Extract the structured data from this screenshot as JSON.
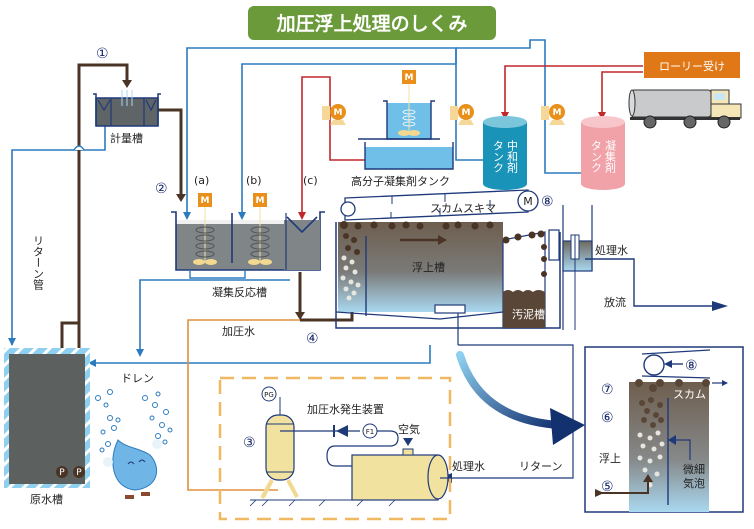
{
  "title": "加圧浮上処理のしくみ",
  "colors": {
    "title_bg": "#6a9a3a",
    "blue_pipe": "#2c7bbf",
    "brown_pipe": "#4a3426",
    "red_pipe": "#c0282c",
    "orange_pipe": "#e0913c",
    "dark_navy": "#1f3a7a",
    "sludge": "#5a4636",
    "neutralizer_tank": "#1a93b8",
    "coagulant_tank": "#f0a2a8",
    "truck_box": "#e07818",
    "motor": "#e8901a"
  },
  "markers": {
    "m1": "①",
    "m2": "②",
    "m3": "③",
    "m4": "④",
    "m5": "⑤",
    "m6": "⑥",
    "m7": "⑦",
    "m8": "⑧"
  },
  "labels": {
    "metering_tank": "計量槽",
    "return_pipe": "リターン管",
    "raw_water_tank": "原水槽",
    "pump": "P",
    "drain": "ドレン",
    "coag_reaction_tank": "凝集反応槽",
    "a": "(a)",
    "b": "(b)",
    "c": "(c)",
    "motor": "M",
    "polymer_tank": "高分子凝集剤タンク",
    "neutralizer_tank_1": "中和剤",
    "neutralizer_tank_2": "タンク",
    "coagulant_tank_1": "凝集剤",
    "coagulant_tank_2": "タンク",
    "lorry": "ローリー受け",
    "scum_skimmer": "スカムスキマ",
    "flotation_tank": "浮上槽",
    "sludge_tank": "汚泥槽",
    "treated_water": "処理水",
    "discharge": "放流",
    "pressurized_water": "加圧水",
    "pressurized_water_gen": "加圧水発生装置",
    "pg": "PG",
    "f1": "F1",
    "air": "空気",
    "treated_water_2": "処理水",
    "return": "リターン",
    "inset_scum": "スカム",
    "inset_float": "浮上",
    "inset_bubbles_1": "微細",
    "inset_bubbles_2": "気泡"
  }
}
